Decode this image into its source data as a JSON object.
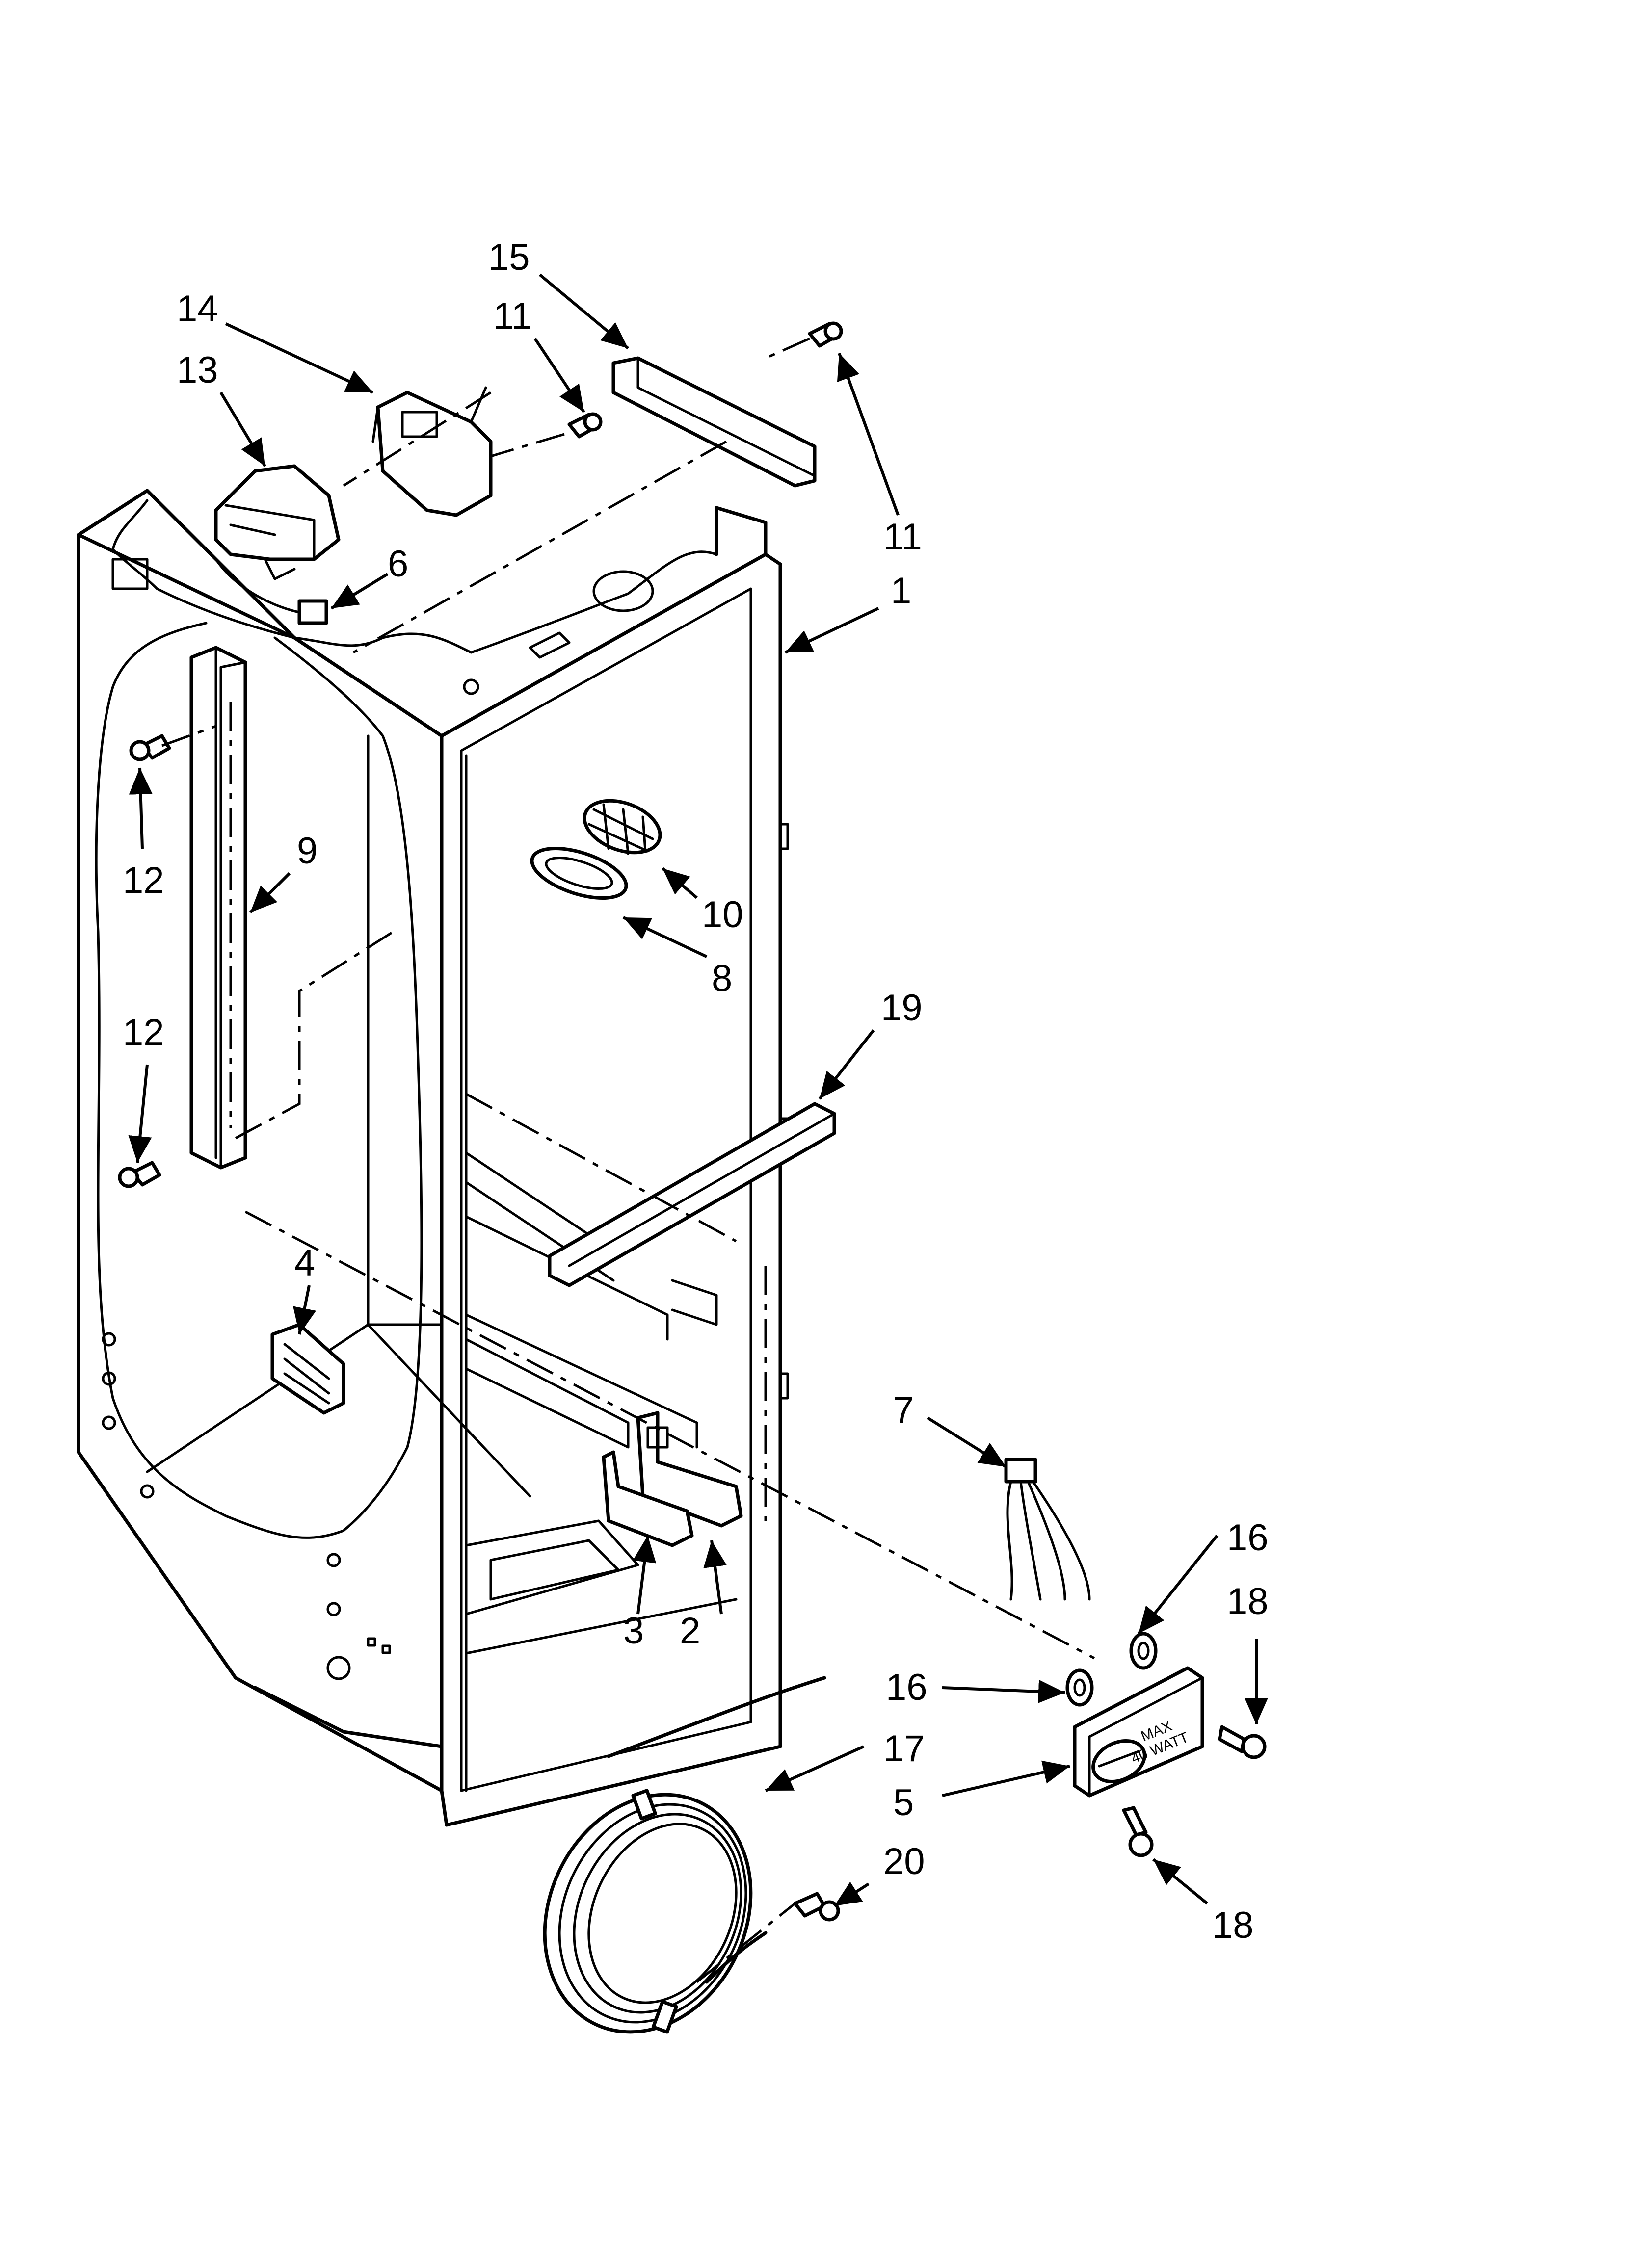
{
  "callouts": {
    "c1": "1",
    "c2": "2",
    "c3": "3",
    "c4": "4",
    "c5": "5",
    "c6": "6",
    "c7": "7",
    "c8": "8",
    "c9": "9",
    "c10": "10",
    "c11a": "11",
    "c11b": "11",
    "c12a": "12",
    "c12b": "12",
    "c13": "13",
    "c14": "14",
    "c15": "15",
    "c16a": "16",
    "c16b": "16",
    "c17": "17",
    "c18a": "18",
    "c18b": "18",
    "c19": "19",
    "c20": "20"
  },
  "control_label": {
    "line1": "MAX",
    "line2": "40 WATT"
  }
}
